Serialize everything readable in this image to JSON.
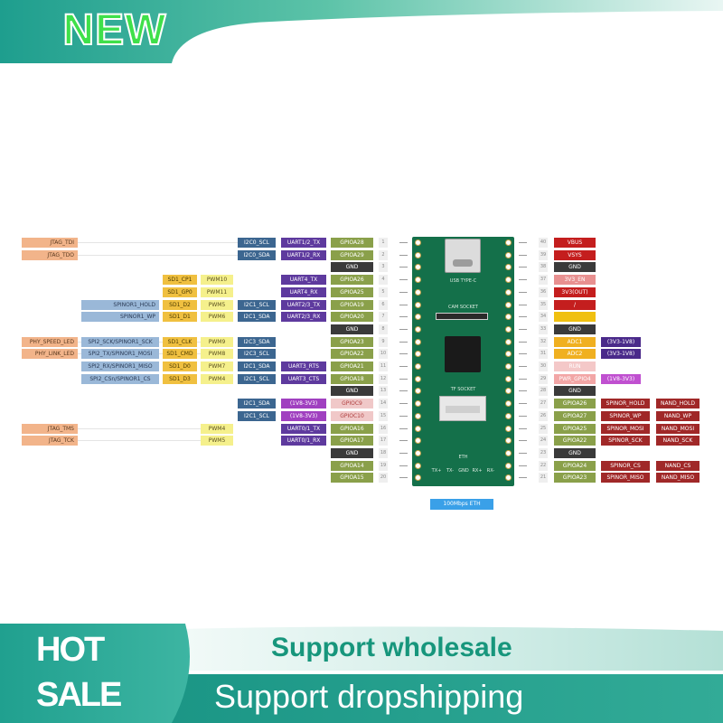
{
  "banner": {
    "new": "NEW",
    "hot": "HOT",
    "sale": "SALE",
    "wholesale": "Support wholesale",
    "dropshipping": "Support dropshipping"
  },
  "board": {
    "usb": "USB TYPE-C",
    "cam": "CAM SOCKET",
    "tf": "TF SOCKET",
    "eth": "ETH",
    "eth_pins": [
      "TX+",
      "TX-",
      "GND",
      "RX+",
      "RX-"
    ],
    "eth_badge": "100Mbps ETH"
  },
  "colors": {
    "gpio": "#8aa04a",
    "gnd": "#3a3a3a",
    "uart": "#5e3a9e",
    "i2c": "#3c6690",
    "pwm": "#f5f08c",
    "sd": "#f0c040",
    "spi": "#9ab8d8",
    "tan": "#f2b48a",
    "v18": "#a040c0",
    "power": "#c41e1e",
    "spinor": "#a02828"
  },
  "left_rows": [
    {
      "num": "1",
      "gpio": "GPIOA28",
      "uart": "UART1/2_TX",
      "i2c": "I2C0_SCL",
      "far": "JTAG_TDI"
    },
    {
      "num": "2",
      "gpio": "GPIOA29",
      "uart": "UART1/2_RX",
      "i2c": "I2C0_SDA",
      "far": "JTAG_TDO"
    },
    {
      "num": "3",
      "gpio": "GND"
    },
    {
      "num": "4",
      "gpio": "GPIOA26",
      "uart": "UART4_TX",
      "pwm": "PWM10",
      "sd": "SD1_CP1"
    },
    {
      "num": "5",
      "gpio": "GPIOA25",
      "uart": "UART4_RX",
      "pwm": "PWM11",
      "sd": "SD1_GP0"
    },
    {
      "num": "6",
      "gpio": "GPIOA19",
      "uart": "UART2/3_TX",
      "i2c": "I2C1_SCL",
      "pwm": "PWM5",
      "sd": "SD1_D2",
      "spi": "SPINOR1_HOLD"
    },
    {
      "num": "7",
      "gpio": "GPIOA20",
      "uart": "UART2/3_RX",
      "i2c": "I2C1_SDA",
      "pwm": "PWM6",
      "sd": "SD1_D1",
      "spi": "SPINOR1_WP"
    },
    {
      "num": "8",
      "gpio": "GND"
    },
    {
      "num": "9",
      "gpio": "GPIOA23",
      "i2c": "I2C3_SDA",
      "pwm": "PWM9",
      "sd": "SD1_CLK",
      "spi": "SPI2_SCK/SPINOR1_SCK",
      "far": "PHY_SPEED_LED"
    },
    {
      "num": "10",
      "gpio": "GPIOA22",
      "i2c": "I2C3_SCL",
      "pwm": "PWM8",
      "sd": "SD1_CMD",
      "spi": "SPI2_TX/SPINOR1_MOSI",
      "far": "PHY_LINK_LED"
    },
    {
      "num": "11",
      "gpio": "GPIOA21",
      "uart": "UART3_RTS",
      "i2c": "I2C1_SDA",
      "pwm": "PWM7",
      "sd": "SD1_D0",
      "spi": "SPI2_RX/SPINOR1_MISO"
    },
    {
      "num": "12",
      "gpio": "GPIOA18",
      "uart": "UART3_CTS",
      "i2c": "I2C1_SCL",
      "pwm": "PWM4",
      "sd": "SD1_D3",
      "spi": "SPI2_CSn/SPINOR1_CS"
    },
    {
      "num": "13",
      "gpio": "GND"
    },
    {
      "num": "14",
      "gpio": "GPIOC9",
      "v18": "(1V8-3V3)",
      "i2c": "I2C1_SDA"
    },
    {
      "num": "15",
      "gpio": "GPIOC10",
      "v18": "(1V8-3V3)",
      "i2c": "I2C1_SCL"
    },
    {
      "num": "16",
      "gpio": "GPIOA16",
      "uart": "UART0/1_TX",
      "pwm": "PWM4",
      "far": "JTAG_TMS"
    },
    {
      "num": "17",
      "gpio": "GPIOA17",
      "uart": "UART0/1_RX",
      "pwm": "PWM5",
      "far": "JTAG_TCK"
    },
    {
      "num": "18",
      "gpio": "GND"
    },
    {
      "num": "19",
      "gpio": "GPIOA14"
    },
    {
      "num": "20",
      "gpio": "GPIOA15"
    }
  ],
  "right_rows": [
    {
      "num": "40",
      "main": "VBUS"
    },
    {
      "num": "39",
      "main": "VSYS"
    },
    {
      "num": "38",
      "main": "GND"
    },
    {
      "num": "37",
      "main": "3V3_EN"
    },
    {
      "num": "36",
      "main": "3V3(OUT)"
    },
    {
      "num": "35",
      "main": "/"
    },
    {
      "num": "34",
      "main": ""
    },
    {
      "num": "33",
      "main": "GND"
    },
    {
      "num": "32",
      "main": "ADC1",
      "extra": "(3V3-1V8)"
    },
    {
      "num": "31",
      "main": "ADC2",
      "extra": "(3V3-1V8)"
    },
    {
      "num": "30",
      "main": "RUN"
    },
    {
      "num": "29",
      "main": "PWR_GPIO4",
      "extra": "(1V8-3V3)"
    },
    {
      "num": "28",
      "main": "GND"
    },
    {
      "num": "27",
      "main": "GPIOA26",
      "spinor": "SPINOR_HOLD",
      "nand": "NAND_HOLD"
    },
    {
      "num": "26",
      "main": "GPIOA27",
      "spinor": "SPINOR_WP",
      "nand": "NAND_WP"
    },
    {
      "num": "25",
      "main": "GPIOA25",
      "spinor": "SPINOR_MOSI",
      "nand": "NAND_MOSI"
    },
    {
      "num": "24",
      "main": "GPIOA22",
      "spinor": "SPINOR_SCK",
      "nand": "NAND_SCK"
    },
    {
      "num": "23",
      "main": "GND"
    },
    {
      "num": "22",
      "main": "GPIOA24",
      "spinor": "SPINOR_CS",
      "nand": "NAND_CS"
    },
    {
      "num": "21",
      "main": "GPIOA23",
      "spinor": "SPINOR_MISO",
      "nand": "NAND_MISO"
    }
  ]
}
